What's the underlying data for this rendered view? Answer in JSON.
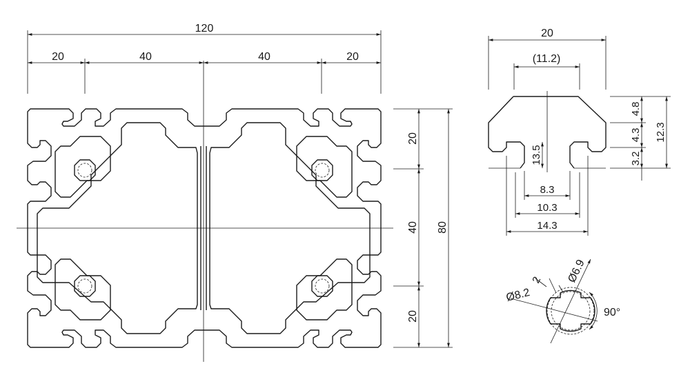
{
  "profile": {
    "overall_width": "120",
    "width_segments": [
      "20",
      "40",
      "40",
      "20"
    ],
    "overall_height": "80",
    "height_segments": [
      "20",
      "40",
      "20"
    ]
  },
  "slot_detail": {
    "width": "20",
    "opening": "(11.2)",
    "depth_total": "12.3",
    "depth_top": "4.8",
    "depth_mid": "4.3",
    "depth_lip": "3.2",
    "lip_height": "13.5",
    "width_inner": "8.3",
    "width_mid": "10.3",
    "width_outer": "14.3"
  },
  "bore_detail": {
    "outer_diameter": "Ø8.2",
    "inner_diameter": "Ø6.9",
    "groove": "2",
    "angle": "90°"
  }
}
